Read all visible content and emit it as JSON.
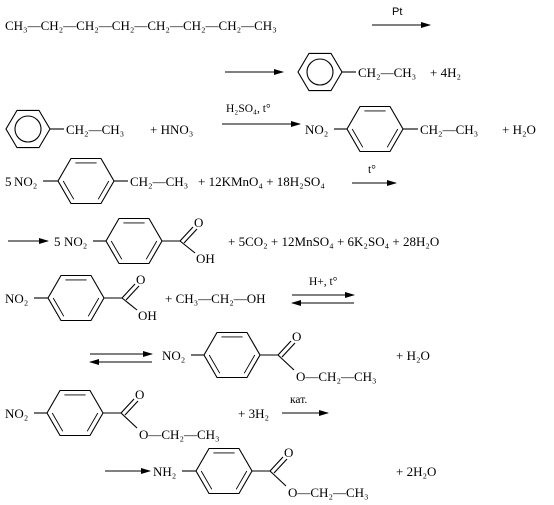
{
  "reaction_scheme": {
    "r1": {
      "octane": "CH3—CH2—CH2—CH2—CH2—CH2—CH2—CH3",
      "catalyst": "Pt",
      "products": "+ 4H2",
      "product_chain": "CH2—CH3"
    },
    "r2": {
      "reactant_chain": "CH2—CH3",
      "reagent": "+ HNO3",
      "conditions": "H2SO4, t°",
      "substituent": "NO2",
      "product_chain": "CH2—CH3",
      "byproduct": "+ H2O"
    },
    "r3": {
      "coefficient": "5",
      "substituent": "NO2",
      "reactant_chain": "CH2—CH3",
      "reagents": "+ 12KMnO4 + 18H2SO4",
      "conditions": "t°",
      "product_coefficient": "5",
      "carbonyl_o": "O",
      "hydroxyl": "OH",
      "byproducts": "+ 5CO2 + 12MnSO4 + 6K2SO4 + 28H2O"
    },
    "r4": {
      "substituent": "NO2",
      "carbonyl_o": "O",
      "hydroxyl": "OH",
      "alcohol": "+ CH3—CH2—OH",
      "conditions": "H+, t°",
      "ester_o": "O",
      "ester_chain": "O—CH2—CH3",
      "byproduct": "+ H2O"
    },
    "r5": {
      "substituent": "NO2",
      "carbonyl_o": "O",
      "ester_chain": "O—CH2—CH3",
      "reagent": "+ 3H2",
      "catalyst": "кат.",
      "amino": "NH2",
      "byproduct": "+ 2H2O"
    }
  }
}
